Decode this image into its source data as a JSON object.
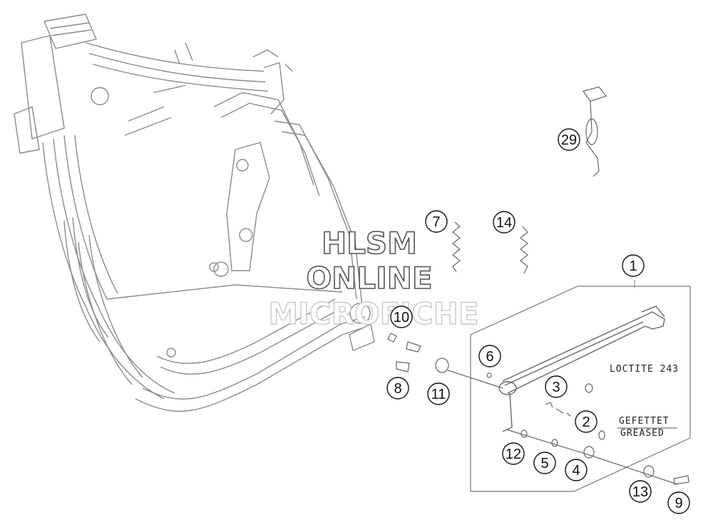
{
  "watermark": {
    "line1": "HLSM",
    "line2": "ONLINE",
    "line3": "MICROFICHE"
  },
  "notes": {
    "loctite": "LOCTITE 243",
    "gefettet": "GEFETTET",
    "greased": "GREASED"
  },
  "callouts": [
    "1",
    "2",
    "3",
    "4",
    "5",
    "6",
    "7",
    "8",
    "9",
    "10",
    "11",
    "12",
    "13",
    "14",
    "29"
  ],
  "colors": {
    "line": "#777777",
    "callout": "#111111",
    "background": "#ffffff"
  }
}
